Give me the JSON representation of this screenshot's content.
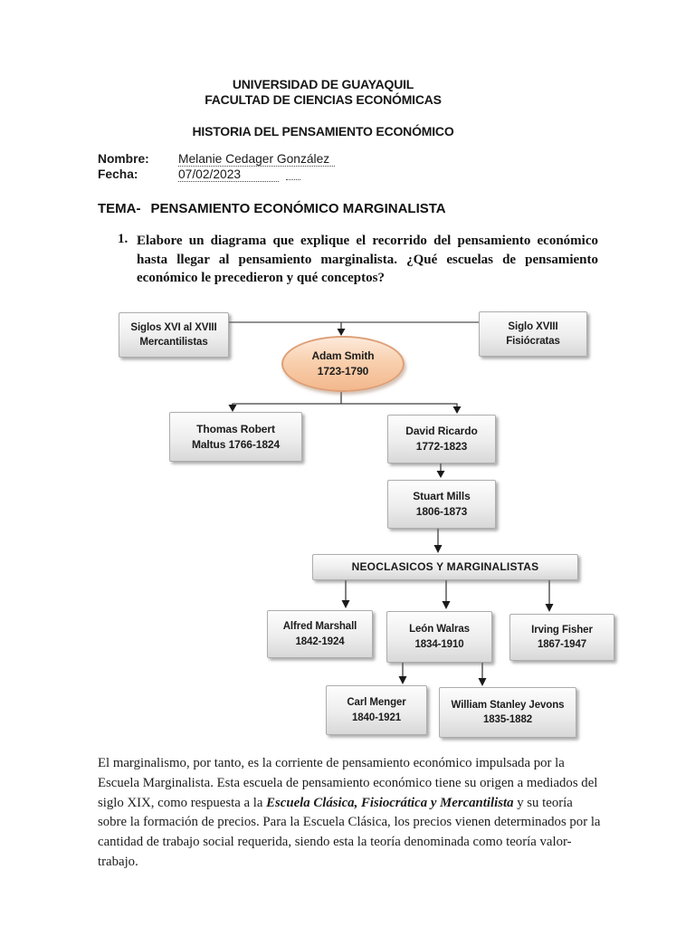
{
  "document": {
    "university_header": {
      "line1": "UNIVERSIDAD DE GUAYAQUIL",
      "line2": "FACULTAD DE CIENCIAS ECONÓMICAS",
      "line3": "HISTORIA DEL PENSAMIENTO ECONÓMICO"
    },
    "student_info": {
      "name_label": "Nombre:",
      "name_value": "Melanie Cedager González",
      "date_label": "Fecha:",
      "date_value": "07/02/2023"
    },
    "topic": {
      "label": "TEMA-",
      "title": "PENSAMIENTO ECONÓMICO MARGINALISTA"
    },
    "question": {
      "number": "1.",
      "text": "Elabore un diagrama que explique el recorrido del pensamiento económico hasta llegar al pensamiento marginalista.  ¿Qué escuelas de pensamiento económico le precedieron y qué conceptos?"
    },
    "closing_paragraph": {
      "part1": "El marginalismo, por tanto, es la corriente de pensamiento económico impulsada por la Escuela Marginalista. Esta escuela de pensamiento económico tiene su origen a mediados del siglo XIX, como respuesta a la ",
      "emphasis": "Escuela Clásica, Fisiocrática y Mercantilista",
      "part2": " y su teoría sobre la formación de precios. Para la Escuela Clásica, los precios vienen determinados por la cantidad de trabajo social requerida, siendo esta la teoría denominada como teoría valor-trabajo."
    }
  },
  "diagram": {
    "nodes": {
      "mercantilistas": {
        "line1": "Siglos XVI al XVIII",
        "line2": "Mercantilistas"
      },
      "fisiocratas": {
        "line1": "Siglo XVIII",
        "line2": "Fisiócratas"
      },
      "adam_smith": {
        "line1": "Adam Smith",
        "line2": "1723-1790"
      },
      "malthus": {
        "line1": "Thomas Robert",
        "line2": "Maltus 1766-1824"
      },
      "ricardo": {
        "line1": "David Ricardo",
        "line2": "1772-1823"
      },
      "mills": {
        "line1": "Stuart Mills",
        "line2": "1806-1873"
      },
      "neoclasicos": {
        "label": "NEOCLASICOS Y MARGINALISTAS"
      },
      "marshall": {
        "line1": "Alfred Marshall",
        "line2": "1842-1924"
      },
      "walras": {
        "line1": "León Walras",
        "line2": "1834-1910"
      },
      "fisher": {
        "line1": "Irving Fisher",
        "line2": "1867-1947"
      },
      "menger": {
        "line1": "Carl Menger",
        "line2": "1840-1921"
      },
      "jevons": {
        "line1": "William Stanley Jevons",
        "line2": "1835-1882"
      }
    },
    "colors": {
      "box_fill_top": "#fdfdfd",
      "box_fill_bottom": "#d8d8d8",
      "box_border": "#adadad",
      "ellipse_fill": "#f6c7a0",
      "ellipse_border": "#dda078",
      "connector": "#3f3f3f",
      "text": "#1c1c1c"
    }
  }
}
